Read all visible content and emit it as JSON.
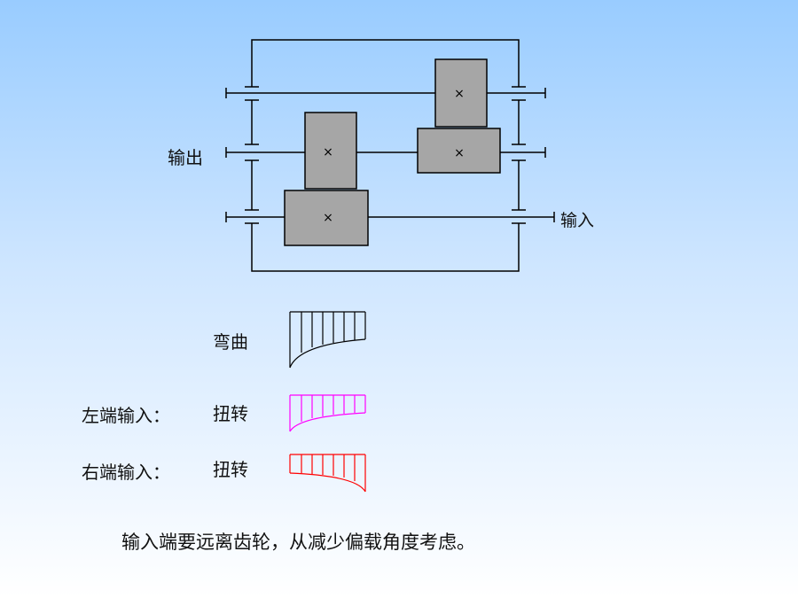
{
  "diagram": {
    "output_label": "输出",
    "input_label": "输入",
    "gear_marks": [
      "×",
      "×",
      "×",
      "×"
    ]
  },
  "moment_diagrams": {
    "bending": {
      "label": "弯曲",
      "color": "#000000"
    },
    "left_input": {
      "prefix": "左端输入：",
      "label": "扭转",
      "color": "#ff00ff"
    },
    "right_input": {
      "prefix": "右端输入：",
      "label": "扭转",
      "color": "#ff0000"
    }
  },
  "conclusion": "输入端要远离齿轮，从减少偏载角度考虑。"
}
